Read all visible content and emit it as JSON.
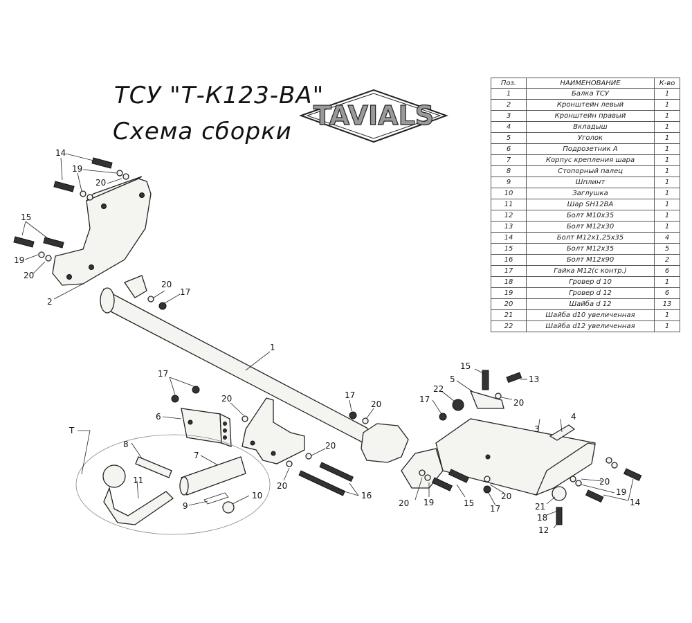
{
  "title_line1": "ТСУ \"Т-К123-ВА\"",
  "title_line2": "Схема сборки",
  "logo_text": "TAVIALS",
  "table": {
    "headers": {
      "pos": "Поз.",
      "name": "НАИМЕНОВАНИЕ",
      "qty": "К-во"
    },
    "rows": [
      {
        "pos": "1",
        "name": "Балка ТСУ",
        "qty": "1"
      },
      {
        "pos": "2",
        "name": "Кронштейн левый",
        "qty": "1"
      },
      {
        "pos": "3",
        "name": "Кронштейн правый",
        "qty": "1"
      },
      {
        "pos": "4",
        "name": "Вкладыш",
        "qty": "1"
      },
      {
        "pos": "5",
        "name": "Уголок",
        "qty": "1"
      },
      {
        "pos": "6",
        "name": "Подрозетник А",
        "qty": "1"
      },
      {
        "pos": "7",
        "name": "Корпус крепления шара",
        "qty": "1"
      },
      {
        "pos": "8",
        "name": "Стопорный палец",
        "qty": "1"
      },
      {
        "pos": "9",
        "name": "Шплинт",
        "qty": "1"
      },
      {
        "pos": "10",
        "name": "Заглушка",
        "qty": "1"
      },
      {
        "pos": "11",
        "name": "Шар SH12BA",
        "qty": "1"
      },
      {
        "pos": "12",
        "name": "Болт М10х35",
        "qty": "1"
      },
      {
        "pos": "13",
        "name": "Болт М12х30",
        "qty": "1"
      },
      {
        "pos": "14",
        "name": "Болт М12х1,25х35",
        "qty": "4"
      },
      {
        "pos": "15",
        "name": "Болт М12х35",
        "qty": "5"
      },
      {
        "pos": "16",
        "name": "Болт М12х90",
        "qty": "2"
      },
      {
        "pos": "17",
        "name": "Гайка М12(с контр.)",
        "qty": "6"
      },
      {
        "pos": "18",
        "name": "Гровер d 10",
        "qty": "1"
      },
      {
        "pos": "19",
        "name": "Гровер d 12",
        "qty": "6"
      },
      {
        "pos": "20",
        "name": "Шайба d 12",
        "qty": "13"
      },
      {
        "pos": "21",
        "name": "Шайба d10 увеличенная",
        "qty": "1"
      },
      {
        "pos": "22",
        "name": "Шайба d12 увеличенная",
        "qty": "1"
      }
    ]
  },
  "callouts": {
    "c1": "1",
    "c2": "2",
    "c3": "3",
    "c4": "4",
    "c5": "5",
    "c6": "6",
    "c7": "7",
    "c8": "8",
    "c9": "9",
    "c10": "10",
    "c11": "11",
    "c12": "12",
    "c13": "13",
    "c14a": "14",
    "c14b": "14",
    "c15a": "15",
    "c15b": "15",
    "c15c": "15",
    "c16": "16",
    "c17a": "17",
    "c17b": "17",
    "c17c": "17",
    "c17d": "17",
    "c17e": "17",
    "c18": "18",
    "c19a": "19",
    "c19b": "19",
    "c19c": "19",
    "c19d": "19",
    "c20a": "20",
    "c20b": "20",
    "c20c": "20",
    "c20d": "20",
    "c20e": "20",
    "c20f": "20",
    "c20g": "20",
    "c20h": "20",
    "c20i": "20",
    "c20j": "20",
    "c21": "21",
    "c22": "22",
    "cT": "T"
  }
}
